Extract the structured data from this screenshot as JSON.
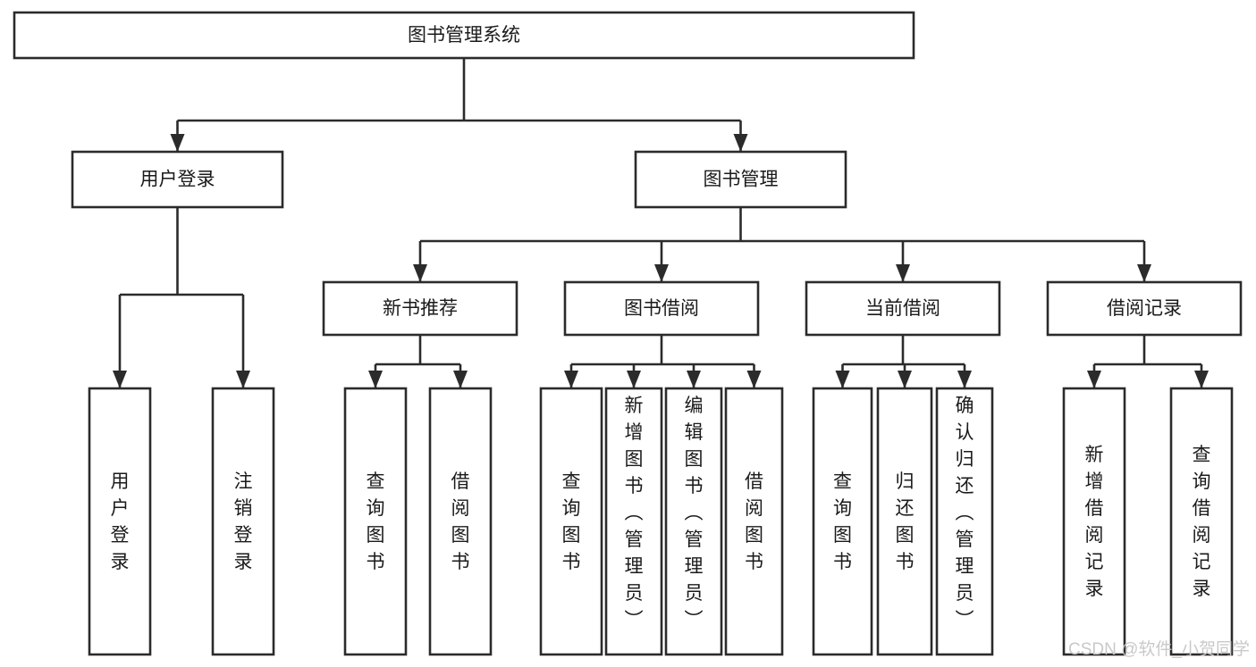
{
  "diagram": {
    "title": "图书管理系统",
    "type": "tree-hierarchy-chart",
    "orientation": "top-down",
    "colors": {
      "box_fill": "#ffffff",
      "box_stroke": "#2b2b2b",
      "text": "#1a1a1a",
      "background": "#ffffff",
      "watermark": "#c9c9c9"
    },
    "root": {
      "label": "图书管理系统"
    },
    "level2": [
      {
        "label": "用户登录"
      },
      {
        "label": "图书管理"
      }
    ],
    "level3": [
      {
        "label": "新书推荐"
      },
      {
        "label": "图书借阅"
      },
      {
        "label": "当前借阅"
      },
      {
        "label": "借阅记录"
      }
    ],
    "leaves": {
      "user_login": [
        {
          "label": "用户登录"
        },
        {
          "label": "注销登录"
        }
      ],
      "new_book_recommend": [
        {
          "label": "查询图书"
        },
        {
          "label": "借阅图书"
        }
      ],
      "book_borrow": [
        {
          "label": "查询图书"
        },
        {
          "label": "新增图书（管理员）"
        },
        {
          "label": "编辑图书（管理员）"
        },
        {
          "label": "借阅图书"
        }
      ],
      "current_borrow": [
        {
          "label": "查询图书"
        },
        {
          "label": "归还图书"
        },
        {
          "label": "确认归还（管理员）"
        }
      ],
      "borrow_record": [
        {
          "label": "新增借阅记录"
        },
        {
          "label": "查询借阅记录"
        }
      ]
    }
  },
  "watermark": {
    "text": "CSDN @软件_小贺同学"
  }
}
